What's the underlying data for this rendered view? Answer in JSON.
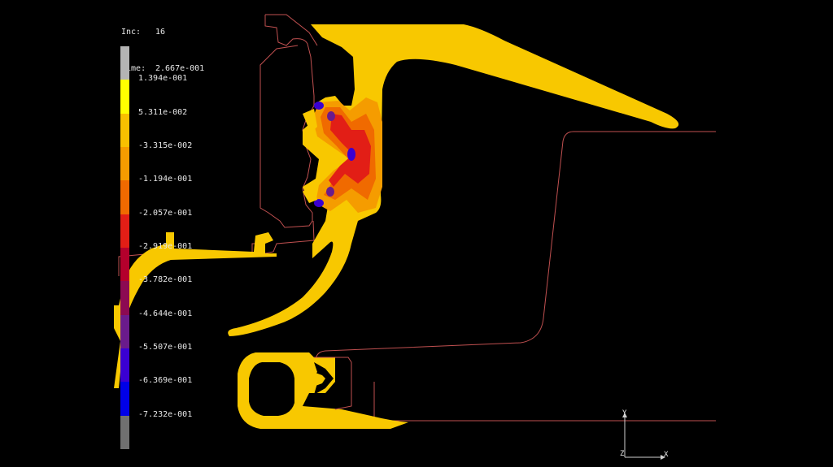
{
  "header": {
    "inc_label": "Inc:",
    "inc_value": "16",
    "time_label": "Time:",
    "time_value": "2.667e-001"
  },
  "legend": {
    "colors": [
      "#b4b4b4",
      "#ffff00",
      "#f8c000",
      "#f59c00",
      "#f06a00",
      "#e21e16",
      "#b4002c",
      "#8c0a52",
      "#6a1b8c",
      "#3a00d2",
      "#0000e8",
      "#707070"
    ],
    "labels": [
      "1.394e-001",
      "5.311e-002",
      "-3.315e-002",
      "-1.194e-001",
      "-2.057e-001",
      "-2.919e-001",
      "-3.782e-001",
      "-4.644e-001",
      "-5.507e-001",
      "-6.369e-001",
      "-7.232e-001"
    ]
  },
  "axes": {
    "x_label": "X",
    "y_label": "Y",
    "z_label": "Z"
  },
  "colors": {
    "background": "#000000",
    "seal_body": "#f8c800",
    "outline": "#c05050",
    "stress_high": "#e21e16",
    "stress_mid": "#f59c00",
    "stress_low": "#3a00d2"
  }
}
